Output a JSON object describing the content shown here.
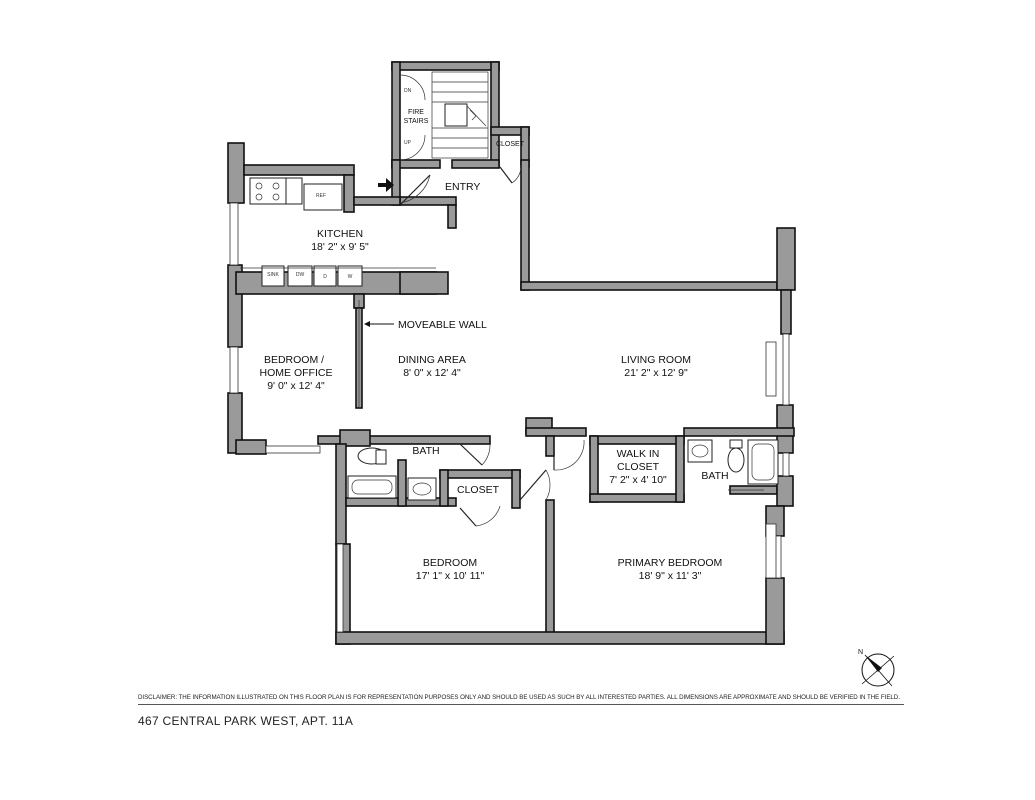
{
  "plan": {
    "rooms": {
      "kitchen": {
        "name": "KITCHEN",
        "dims": "18' 2\" x 9' 5\""
      },
      "bedroom_office": {
        "name_line1": "BEDROOM /",
        "name_line2": "HOME OFFICE",
        "dims": "9' 0\" x 12' 4\""
      },
      "dining": {
        "name": "DINING AREA",
        "dims": "8' 0\" x 12' 4\""
      },
      "living": {
        "name": "LIVING ROOM",
        "dims": "21' 2\" x 12' 9\""
      },
      "walk_in_closet": {
        "name_line1": "WALK IN",
        "name_line2": "CLOSET",
        "dims": "7' 2\" x 4' 10\""
      },
      "bedroom": {
        "name": "BEDROOM",
        "dims": "17' 1\" x 10' 11\""
      },
      "primary_bedroom": {
        "name": "PRIMARY BEDROOM",
        "dims": "18' 9\" x 11' 3\""
      }
    },
    "labels": {
      "entry": "ENTRY",
      "fire_stairs_1": "FIRE",
      "fire_stairs_2": "STAIRS",
      "closet_top": "CLOSET",
      "closet_mid": "CLOSET",
      "bath_1": "BATH",
      "bath_2": "BATH",
      "moveable_wall": "MOVEABLE WALL",
      "north": "N"
    },
    "fixtures": {
      "sink": "SINK",
      "dw": "DW",
      "d": "D",
      "w": "W",
      "ref": "REF",
      "dn": "DN",
      "up": "UP"
    }
  },
  "footer": {
    "disclaimer": "DISCLAIMER:  THE INFORMATION ILLUSTRATED ON THIS FLOOR PLAN IS FOR REPRESENTATION PURPOSES ONLY AND SHOULD BE USED AS SUCH BY ALL INTERESTED PARTIES.  ALL DIMENSIONS ARE APPROXIMATE AND SHOULD BE VERIFIED IN THE FIELD.",
    "address": "467 CENTRAL PARK WEST, APT. 11A"
  },
  "colors": {
    "wall_fill": "#9a9a9a",
    "wall_stroke": "#111111",
    "line": "#222222"
  }
}
